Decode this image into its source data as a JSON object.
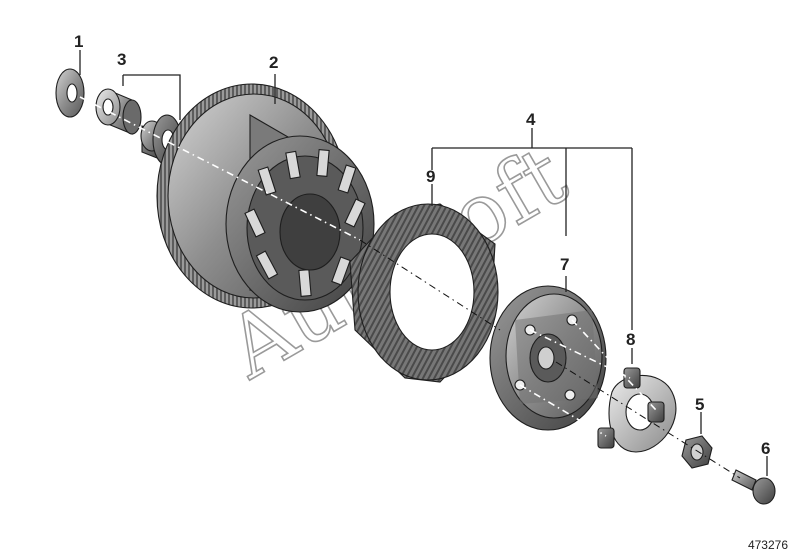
{
  "callouts": {
    "c1": "1",
    "c2": "2",
    "c3": "3",
    "c4": "4",
    "c5": "5",
    "c6": "6",
    "c7": "7",
    "c8": "8",
    "c9": "9"
  },
  "diagram_id": "473276",
  "watermark": "AutoSoft"
}
